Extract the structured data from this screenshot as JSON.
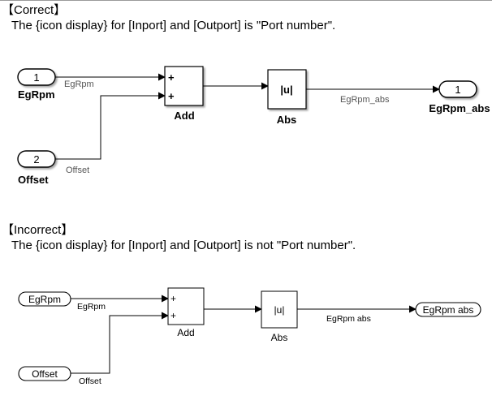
{
  "correct": {
    "heading": "【Correct】",
    "description": "The {icon display} for [Inport] and [Outport] is \"Port number\".",
    "inport1": {
      "number": "1",
      "name": "EgRpm"
    },
    "inport2": {
      "number": "2",
      "name": "Offset"
    },
    "add_block": {
      "sign1": "+",
      "sign2": "+",
      "name": "Add"
    },
    "abs_block": {
      "symbol": "|u|",
      "name": "Abs"
    },
    "outport1": {
      "number": "1",
      "name": "EgRpm_abs"
    },
    "signals": {
      "egrpm": "EgRpm",
      "offset": "Offset",
      "egrpm_abs": "EgRpm_abs"
    }
  },
  "incorrect": {
    "heading": "【Incorrect】",
    "description": "The {icon display} for [Inport] and [Outport] is not \"Port number\".",
    "inport1": {
      "label": "EgRpm"
    },
    "inport2": {
      "label": "Offset"
    },
    "add_block": {
      "sign1": "+",
      "sign2": "+",
      "name": "Add"
    },
    "abs_block": {
      "symbol": "|u|",
      "name": "Abs"
    },
    "outport1": {
      "label": "EgRpm abs"
    },
    "signals": {
      "egrpm": "EgRpm",
      "offset": "Offset",
      "egrpm_abs": "EgRpm abs"
    }
  }
}
